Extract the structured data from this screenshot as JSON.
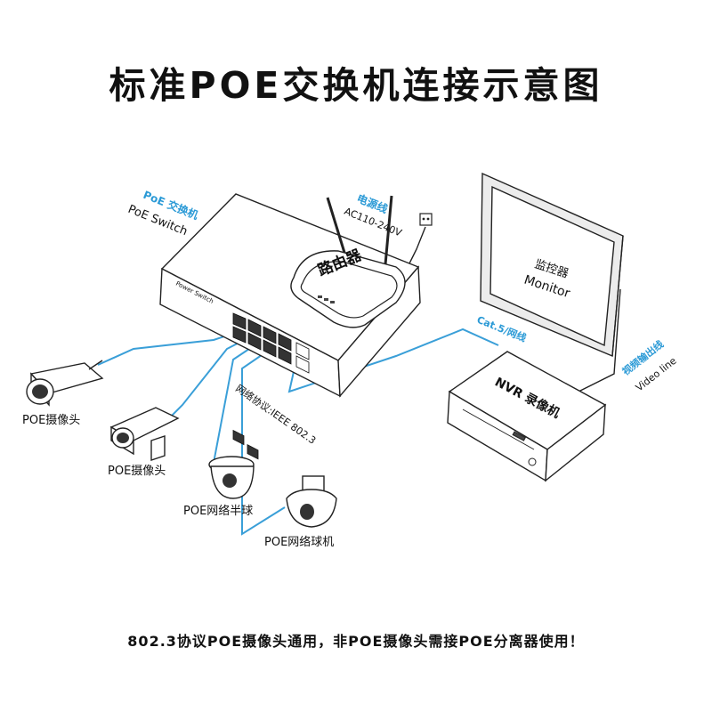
{
  "title": "标准POE交换机连接示意图",
  "footer": "802.3协议POE摄像头通用，非POE摄像头需接POE分离器使用！",
  "switch": {
    "label_cn": "PoE 交换机",
    "label_en": "PoE Switch",
    "panel_text": "Power Switch"
  },
  "router": {
    "label": "路由器"
  },
  "power": {
    "label_cn": "电源线",
    "label_voltage": "AC110-240V"
  },
  "monitor": {
    "label_cn": "监控器",
    "label_en": "Monitor"
  },
  "nvr": {
    "label": "NVR 录像机"
  },
  "cables": {
    "cat5": "Cat.5/网线",
    "video_cn": "视频输出线",
    "video_en": "Video line",
    "protocol": "网络协议:IEEE 802.3"
  },
  "devices": [
    {
      "label": "POE摄像头"
    },
    {
      "label": "POE摄像头"
    },
    {
      "label": "POE网络半球"
    },
    {
      "label": "POE网络球机"
    }
  ],
  "colors": {
    "accent": "#2b9ad6",
    "cable": "#3a9fd8",
    "ink": "#111111"
  }
}
